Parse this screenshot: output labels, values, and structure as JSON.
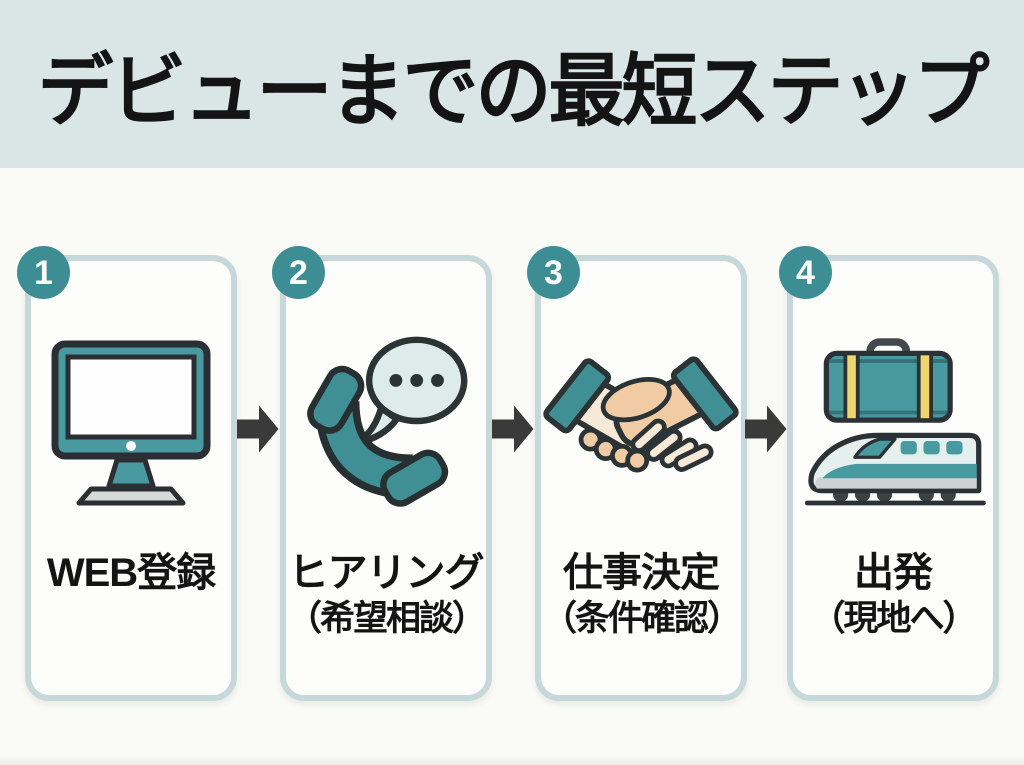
{
  "title": "デビューまでの最短ステップ",
  "steps": [
    {
      "number": "1",
      "label": "WEB登録",
      "sublabel": "",
      "icon": "desktop-computer-icon"
    },
    {
      "number": "2",
      "label": "ヒアリング",
      "sublabel": "（希望相談）",
      "icon": "phone-consultation-icon"
    },
    {
      "number": "3",
      "label": "仕事決定",
      "sublabel": "（条件確認）",
      "icon": "handshake-icon"
    },
    {
      "number": "4",
      "label": "出発",
      "sublabel": "（現地へ）",
      "icon": "suitcase-train-icon"
    }
  ],
  "connector_icon": "right-arrow-icon",
  "colors": {
    "title_band_bg": "#d9e6e5",
    "body_bg": "#fafaf6",
    "card_bg": "#fdfdfc",
    "card_border": "#c7d8da",
    "badge_teal": "#3d8e94",
    "icon_teal": "#4899a0",
    "arrow_dark": "#3a3a3a",
    "text_dark": "#141414",
    "speech_bubble_fill": "#ddecea",
    "suitcase_strap_yellow": "#eed671",
    "hand_skin_light": "#f7e9d7",
    "hand_skin_tan": "#f0cba3",
    "train_body": "#e4efee"
  }
}
